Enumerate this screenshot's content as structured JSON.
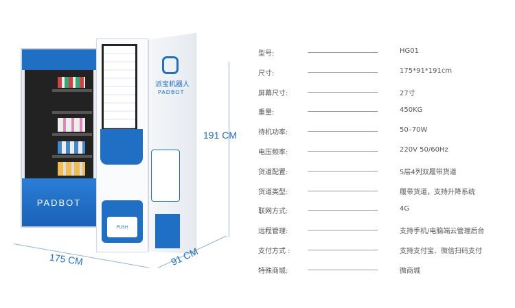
{
  "product": {
    "brand_logo": "PADBOT",
    "brand_cn": "派宝机器人",
    "push_label": "PUSH",
    "colors": {
      "blue": "#1f6fc4",
      "dark": "#1a1a1a",
      "panel": "#f2f4f7"
    }
  },
  "dimensions": {
    "height": "191 CM",
    "width": "175 CM",
    "depth": "91 CM"
  },
  "specs": [
    {
      "label": "型号:",
      "value": "HG01"
    },
    {
      "label": "尺寸:",
      "value": "175*91*191cm"
    },
    {
      "label": "屏幕尺寸:",
      "value": "27寸"
    },
    {
      "label": "重量:",
      "value": "450KG"
    },
    {
      "label": "待机功率:",
      "value": "50–70W"
    },
    {
      "label": "电压频率:",
      "value": "220V 50/60Hz"
    },
    {
      "label": "货道配置:",
      "value": "5层4列双履带货道"
    },
    {
      "label": "货道类型:",
      "value": "履带货道，支持升降系统"
    },
    {
      "label": "联网方式:",
      "value": "4G"
    },
    {
      "label": "远程管理:",
      "value": "支持手机/电脑端云管理后台"
    },
    {
      "label": "支付方式 :",
      "value": "支持支付宝、微信扫码支付"
    },
    {
      "label": "特殊商城:",
      "value": "微商城"
    }
  ]
}
